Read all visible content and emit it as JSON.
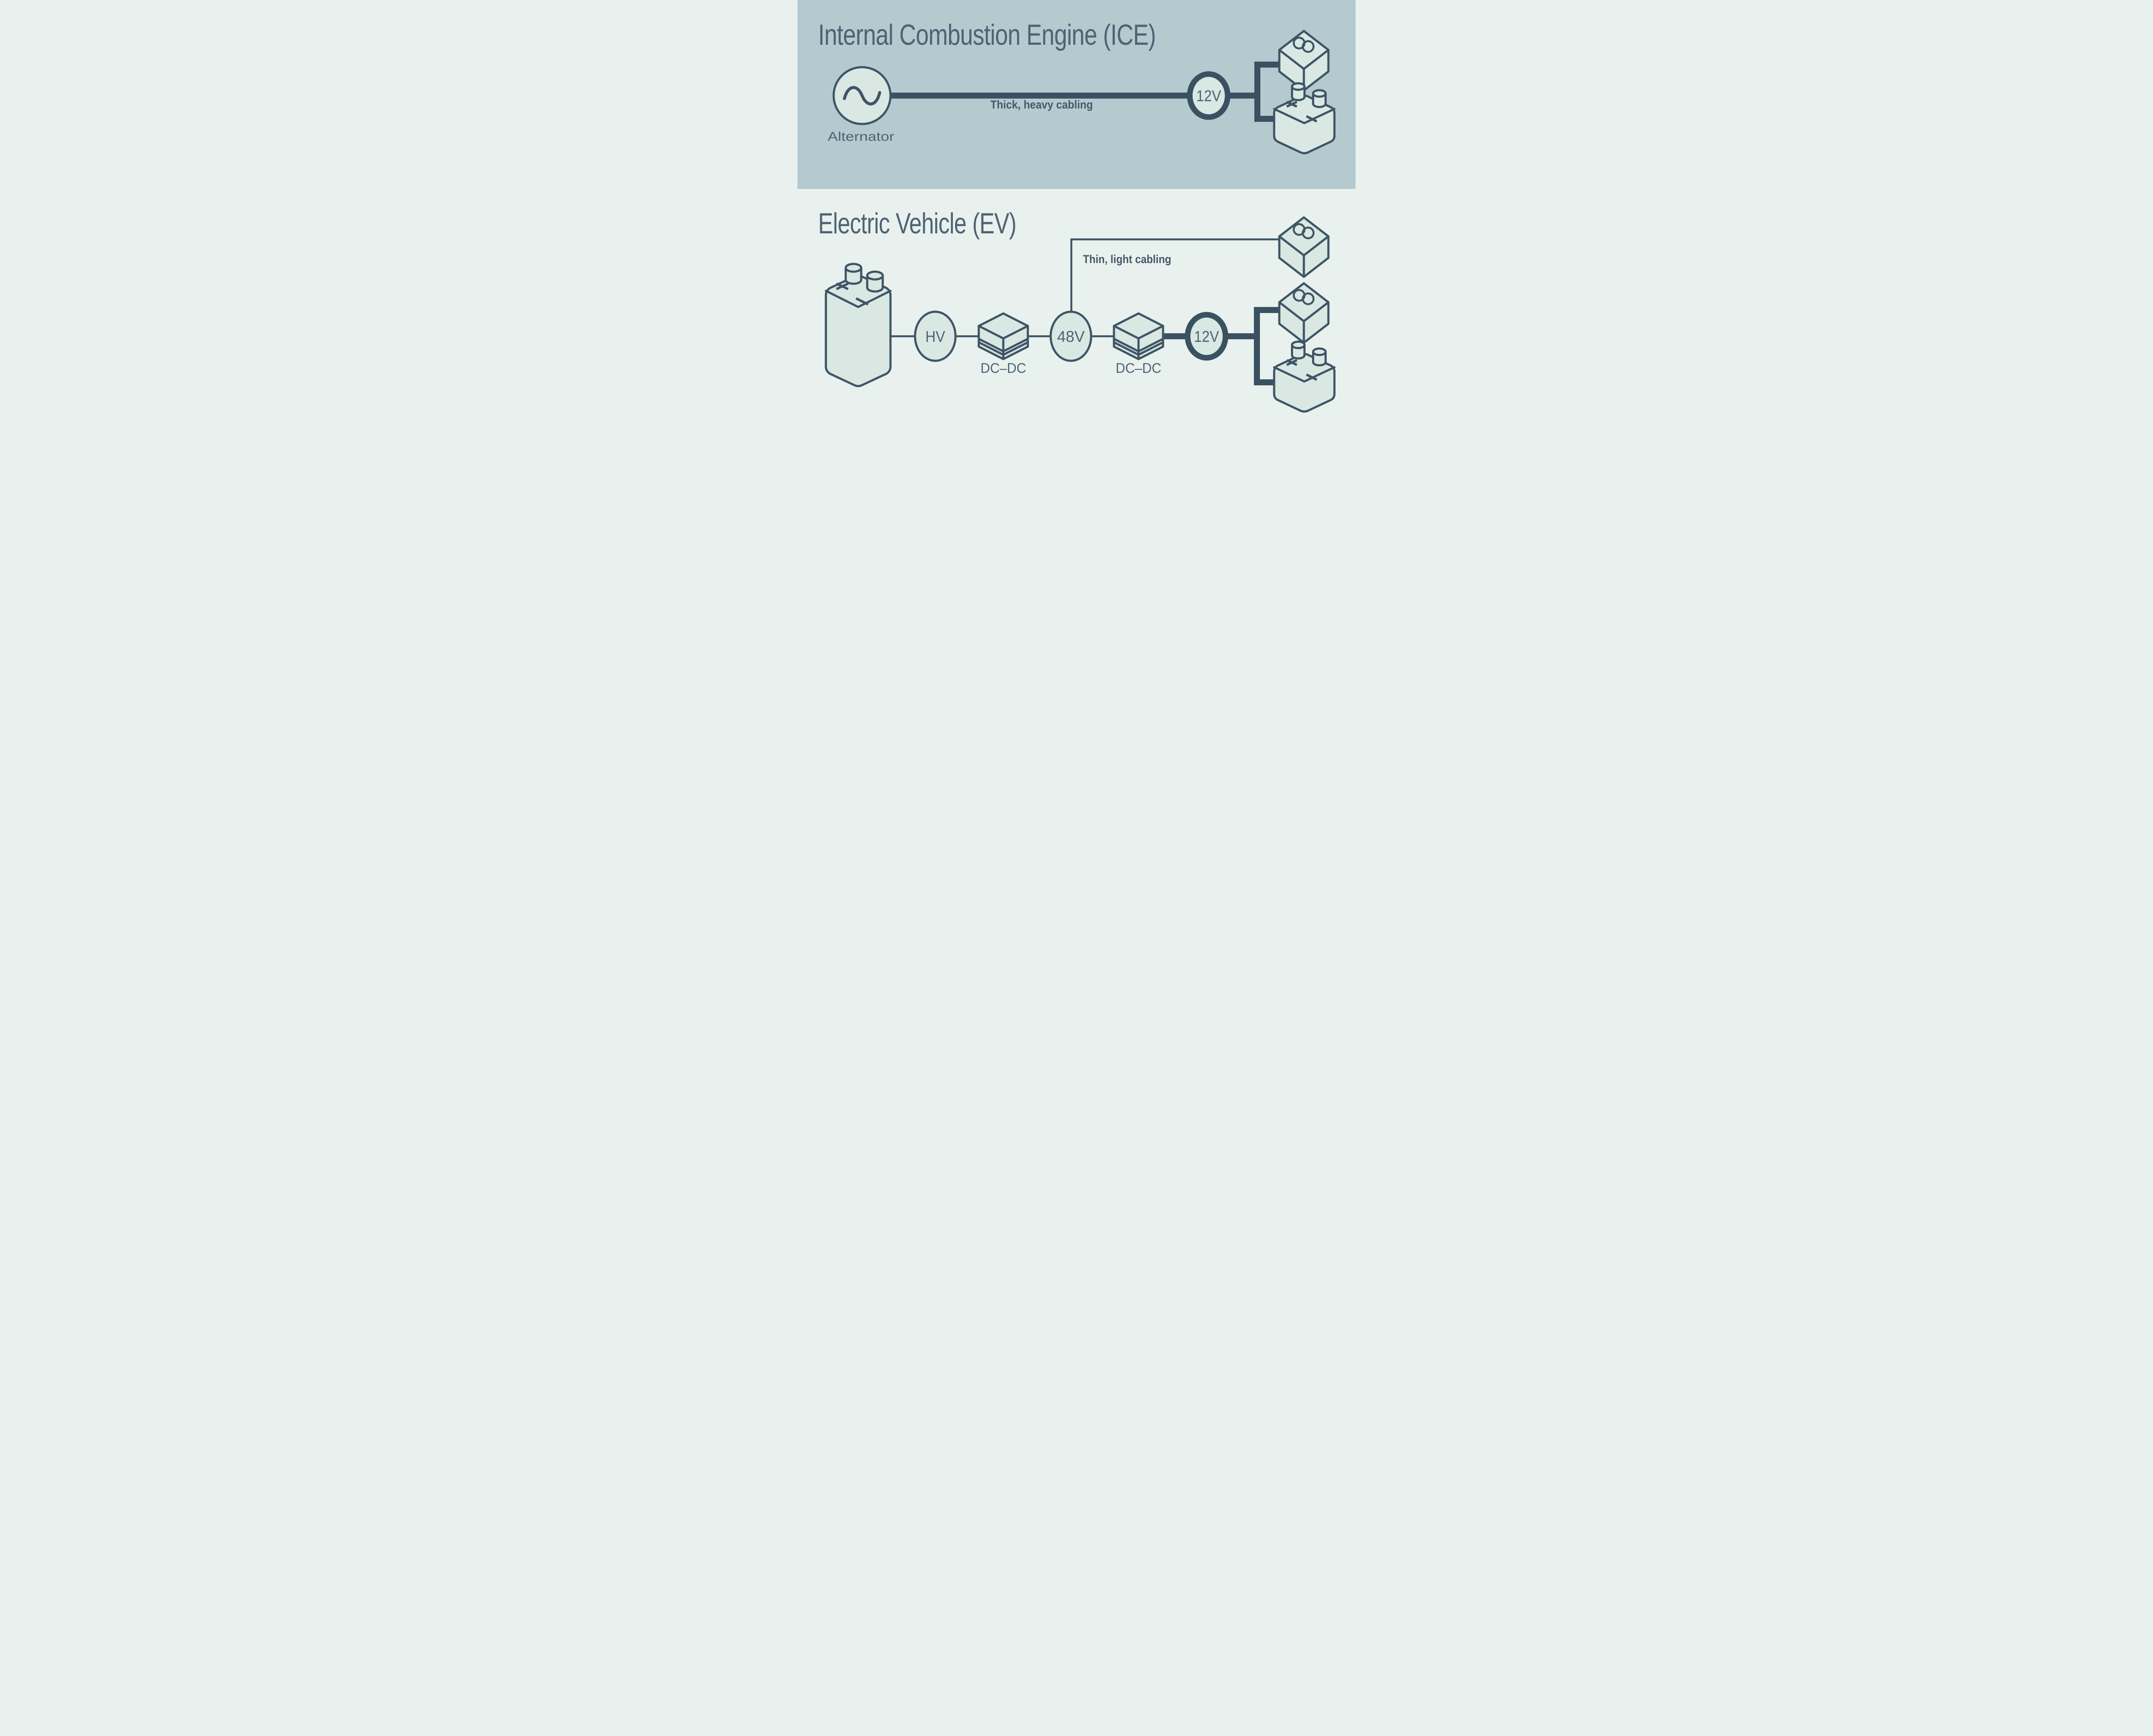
{
  "colors": {
    "ice_background": "#b4cacf",
    "ev_background": "#e9f1ee",
    "shape_fill": "#d9e8e3",
    "outline_ink": "#3f5566",
    "cable_ink": "#3a5162",
    "text_ink": "#4e6374",
    "note_ink": "#44596b"
  },
  "icons": {
    "alternator": "sine-wave-icon",
    "load_box": "interlocked-rings-icon",
    "battery": "battery-terminals-icon",
    "converter": "stacked-plates-icon"
  },
  "ice": {
    "title": "Internal Combustion Engine (ICE)",
    "alternator_label": "Alternator",
    "cable_note": "Thick, heavy cabling",
    "bus_badge": "12V"
  },
  "ev": {
    "title": "Electric Vehicle (EV)",
    "cable_note": "Thin, light cabling",
    "hv_badge": "HV",
    "mid_badge": "48V",
    "bus_badge": "12V",
    "dcdc1_label": "DC–DC",
    "dcdc2_label": "DC–DC"
  }
}
